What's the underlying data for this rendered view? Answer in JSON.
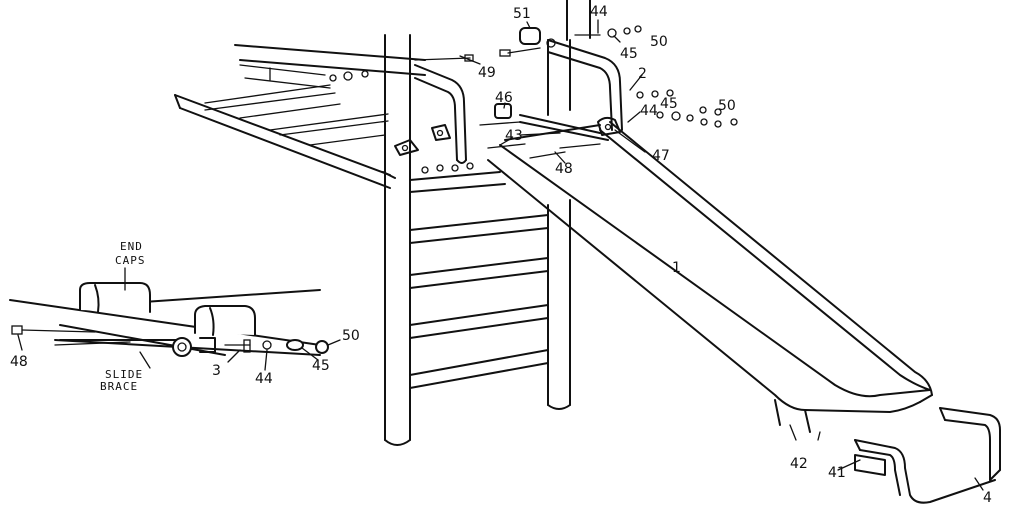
{
  "callouts": {
    "c1": "1",
    "c2": "2",
    "c3": "3",
    "c4": "4",
    "c41": "41",
    "c42": "42",
    "c43": "43",
    "c44a": "44",
    "c44b": "44",
    "c44c": "44",
    "c45a": "45",
    "c45b": "45",
    "c45c": "45",
    "c46": "46",
    "c47": "47",
    "c48a": "48",
    "c48b": "48",
    "c49": "49",
    "c50a": "50",
    "c50b": "50",
    "c50c": "50",
    "c51": "51"
  },
  "inset": {
    "end_caps_line1": "END",
    "end_caps_line2": "CAPS",
    "slide_brace_line1": "SLIDE",
    "slide_brace_line2": "BRACE"
  }
}
